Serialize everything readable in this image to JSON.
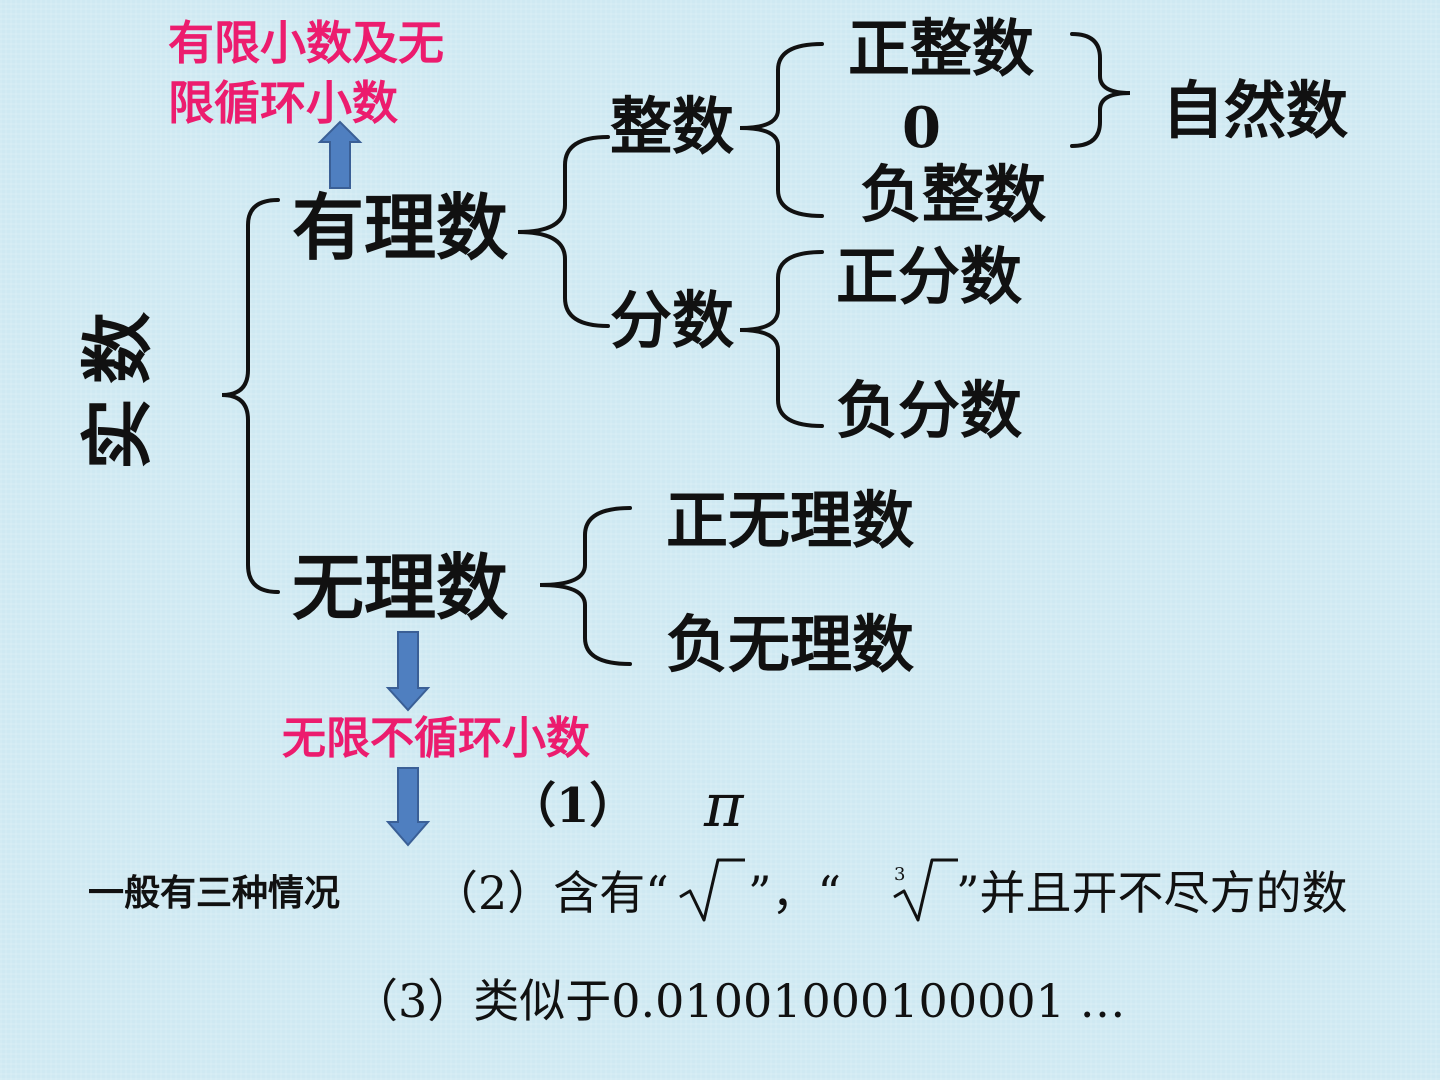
{
  "root": "实数",
  "nodes": {
    "rational": "有理数",
    "irrational": "无理数",
    "integer": "整数",
    "fraction": "分数",
    "pos_int": "正整数",
    "zero": "0",
    "neg_int": "负整数",
    "natural": "自然数",
    "pos_frac": "正分数",
    "neg_frac": "负分数",
    "pos_irr": "正无理数",
    "neg_irr": "负无理数"
  },
  "notes": {
    "rational_note_line1": "有限小数及无",
    "rational_note_line2": "限循环小数",
    "irrational_note": "无限不循环小数",
    "cases_title": "一般有三种情况"
  },
  "cases": {
    "c1_label": "（1）",
    "c1_symbol": "π",
    "c2_prefix": "（2）含有“",
    "c2_mid": "”，“",
    "c2_root_index": "3",
    "c2_suffix": "”并且开不尽方的数",
    "c3": "（3）类似于0.01001000100001 …"
  },
  "colors": {
    "background": "#cfe9f2",
    "accent_pink": "#ec1c6e",
    "arrow_blue": "#4f7fc0",
    "arrow_outline": "#3a5f96"
  }
}
